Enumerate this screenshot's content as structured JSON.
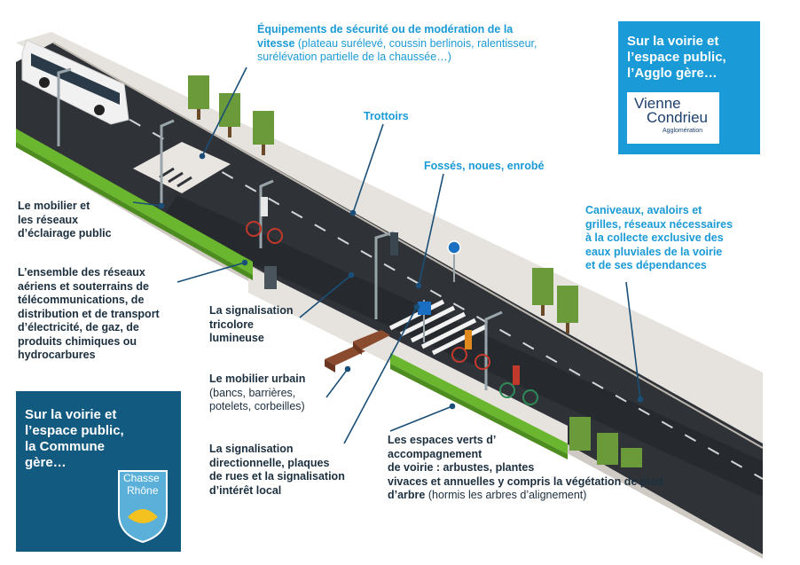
{
  "agglo_box": {
    "line1": "Sur la voirie et",
    "line2": "l’espace public,",
    "line3": "l’Agglo gère…",
    "logo": {
      "line1": "Vienne",
      "line2": "Condrieu",
      "line3": "Agglomération"
    }
  },
  "commune_box": {
    "line1": "Sur la voirie et",
    "line2": "l’espace public,",
    "line3": "la Commune",
    "line4": "gère…",
    "logo": {
      "line1": "Chasse",
      "line2": "Rhône"
    }
  },
  "labels": {
    "equipements": {
      "line1": "Équipements de sécurité ou de modération de la",
      "line2_bold": "vitesse",
      "line2_rest": " (plateau surélevé, coussin berlinois, ralentisseur,",
      "line3": "surélévation partielle de la chaussée…)"
    },
    "trottoirs": "Trottoirs",
    "fosses": "Fossés, noues, enrobé",
    "caniveaux": [
      "Caniveaux, avaloirs et",
      "grilles, réseaux nécessaires",
      "à la collecte exclusive des",
      "eaux pluviales de la voirie",
      "et de ses dépendances"
    ],
    "mobilier_eclairage": [
      "Le mobilier et",
      "les réseaux",
      "d’éclairage public"
    ],
    "reseaux": [
      "L’ensemble des réseaux",
      "aériens et souterrains de",
      "télécommunications, de",
      "distribution et de transport",
      "d’électricité, de gaz, de",
      "produits chimiques ou",
      "hydrocarbures"
    ],
    "signalisation_tricolore": [
      "La signalisation",
      "tricolore",
      "lumineuse"
    ],
    "mobilier_urbain": {
      "title": "Le mobilier urbain",
      "line2": "(bancs, barrières,",
      "line3": "potelets, corbeilles)"
    },
    "signalisation_dir": [
      "La signalisation",
      "directionnelle, plaques",
      "de rues et la signalisation",
      "d’intérêt local"
    ],
    "espaces_verts": {
      "line1": "Les espaces verts d’",
      "line2": "accompagnement",
      "line3": "de voirie : arbustes, plantes",
      "line4": "vivaces et annuelles y compris la végétation de pied",
      "line5_bold": "d’arbre",
      "line5_rest": " (hormis les arbres d’alignement)"
    }
  },
  "colors": {
    "agglo_blue": "#1a9ad6",
    "commune_blue": "#135a80",
    "label_dark": "#1c2f3e",
    "road": "#2f3338",
    "sidewalk": "#e6e2dd",
    "grass": "#6ab62e",
    "arrow": "#1a4f78"
  },
  "icons": [
    "bus-icon",
    "tree-icon",
    "streetlight-icon",
    "cyclist-icon",
    "bench-icon",
    "bike-sign-icon",
    "traffic-light-icon",
    "trash-bin-icon"
  ]
}
